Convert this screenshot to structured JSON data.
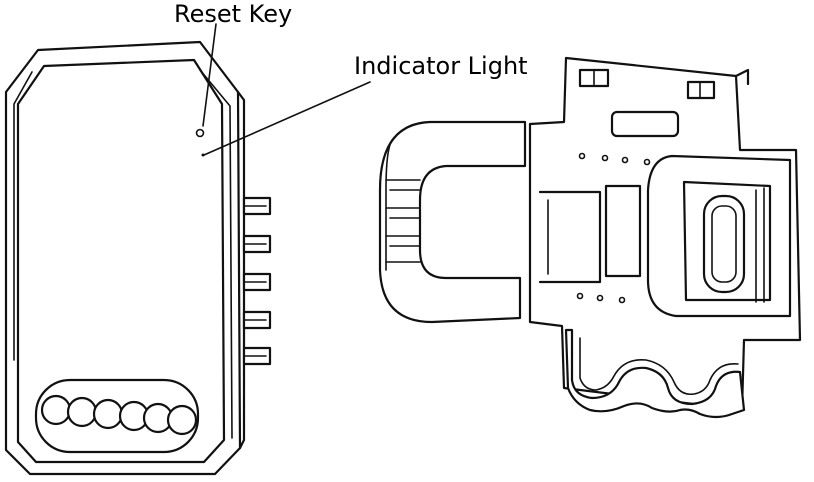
{
  "labels": {
    "reset_key": "Reset Key",
    "indicator_light": "Indicator Light"
  },
  "colors": {
    "line": "#111111",
    "background": "#ffffff"
  },
  "terminal_count": 6,
  "side_tab_count": 5
}
